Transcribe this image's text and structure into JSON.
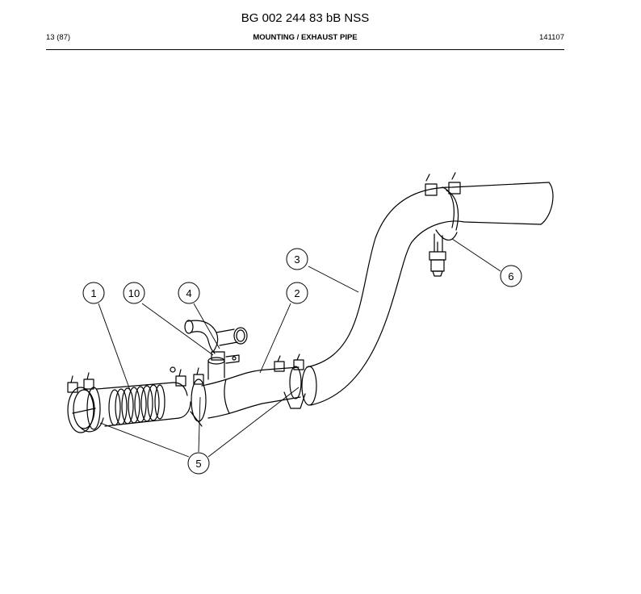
{
  "document": {
    "title": "BG 002 244 83 bB NSS",
    "page_ref": "13 (87)",
    "section": "MOUNTING / EXHAUST PIPE",
    "code": "141107"
  },
  "callouts": {
    "c1": "1",
    "c2": "2",
    "c3": "3",
    "c4": "4",
    "c5": "5",
    "c6": "6",
    "c10": "10"
  }
}
